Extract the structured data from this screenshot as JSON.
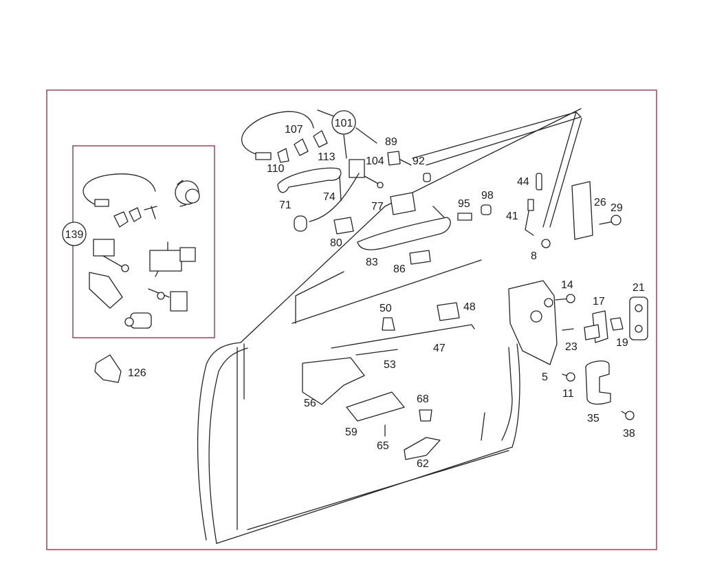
{
  "callouts": [
    {
      "id": "c101",
      "text": "101"
    },
    {
      "id": "c139",
      "text": "139"
    },
    {
      "id": "c107",
      "text": "107"
    },
    {
      "id": "c113",
      "text": "113"
    },
    {
      "id": "c110",
      "text": "110"
    },
    {
      "id": "c104",
      "text": "104"
    },
    {
      "id": "c89",
      "text": "89"
    },
    {
      "id": "c92",
      "text": "92"
    },
    {
      "id": "c71",
      "text": "71"
    },
    {
      "id": "c74",
      "text": "74"
    },
    {
      "id": "c77",
      "text": "77"
    },
    {
      "id": "c80",
      "text": "80"
    },
    {
      "id": "c83",
      "text": "83"
    },
    {
      "id": "c86",
      "text": "86"
    },
    {
      "id": "c95",
      "text": "95"
    },
    {
      "id": "c98",
      "text": "98"
    },
    {
      "id": "c44",
      "text": "44"
    },
    {
      "id": "c41",
      "text": "41"
    },
    {
      "id": "c8",
      "text": "8"
    },
    {
      "id": "c26",
      "text": "26"
    },
    {
      "id": "c29",
      "text": "29"
    },
    {
      "id": "c14",
      "text": "14"
    },
    {
      "id": "c17",
      "text": "17"
    },
    {
      "id": "c21",
      "text": "21"
    },
    {
      "id": "c23",
      "text": "23"
    },
    {
      "id": "c19",
      "text": "19"
    },
    {
      "id": "c5",
      "text": "5"
    },
    {
      "id": "c11",
      "text": "11"
    },
    {
      "id": "c35",
      "text": "35"
    },
    {
      "id": "c38",
      "text": "38"
    },
    {
      "id": "c50",
      "text": "50"
    },
    {
      "id": "c48",
      "text": "48"
    },
    {
      "id": "c47",
      "text": "47"
    },
    {
      "id": "c53",
      "text": "53"
    },
    {
      "id": "c56",
      "text": "56"
    },
    {
      "id": "c59",
      "text": "59"
    },
    {
      "id": "c68",
      "text": "68"
    },
    {
      "id": "c65",
      "text": "65"
    },
    {
      "id": "c62",
      "text": "62"
    },
    {
      "id": "c126",
      "text": "126"
    }
  ],
  "colors": {
    "frame": "#7a1a2a",
    "line": "#222222",
    "background": "#ffffff"
  }
}
